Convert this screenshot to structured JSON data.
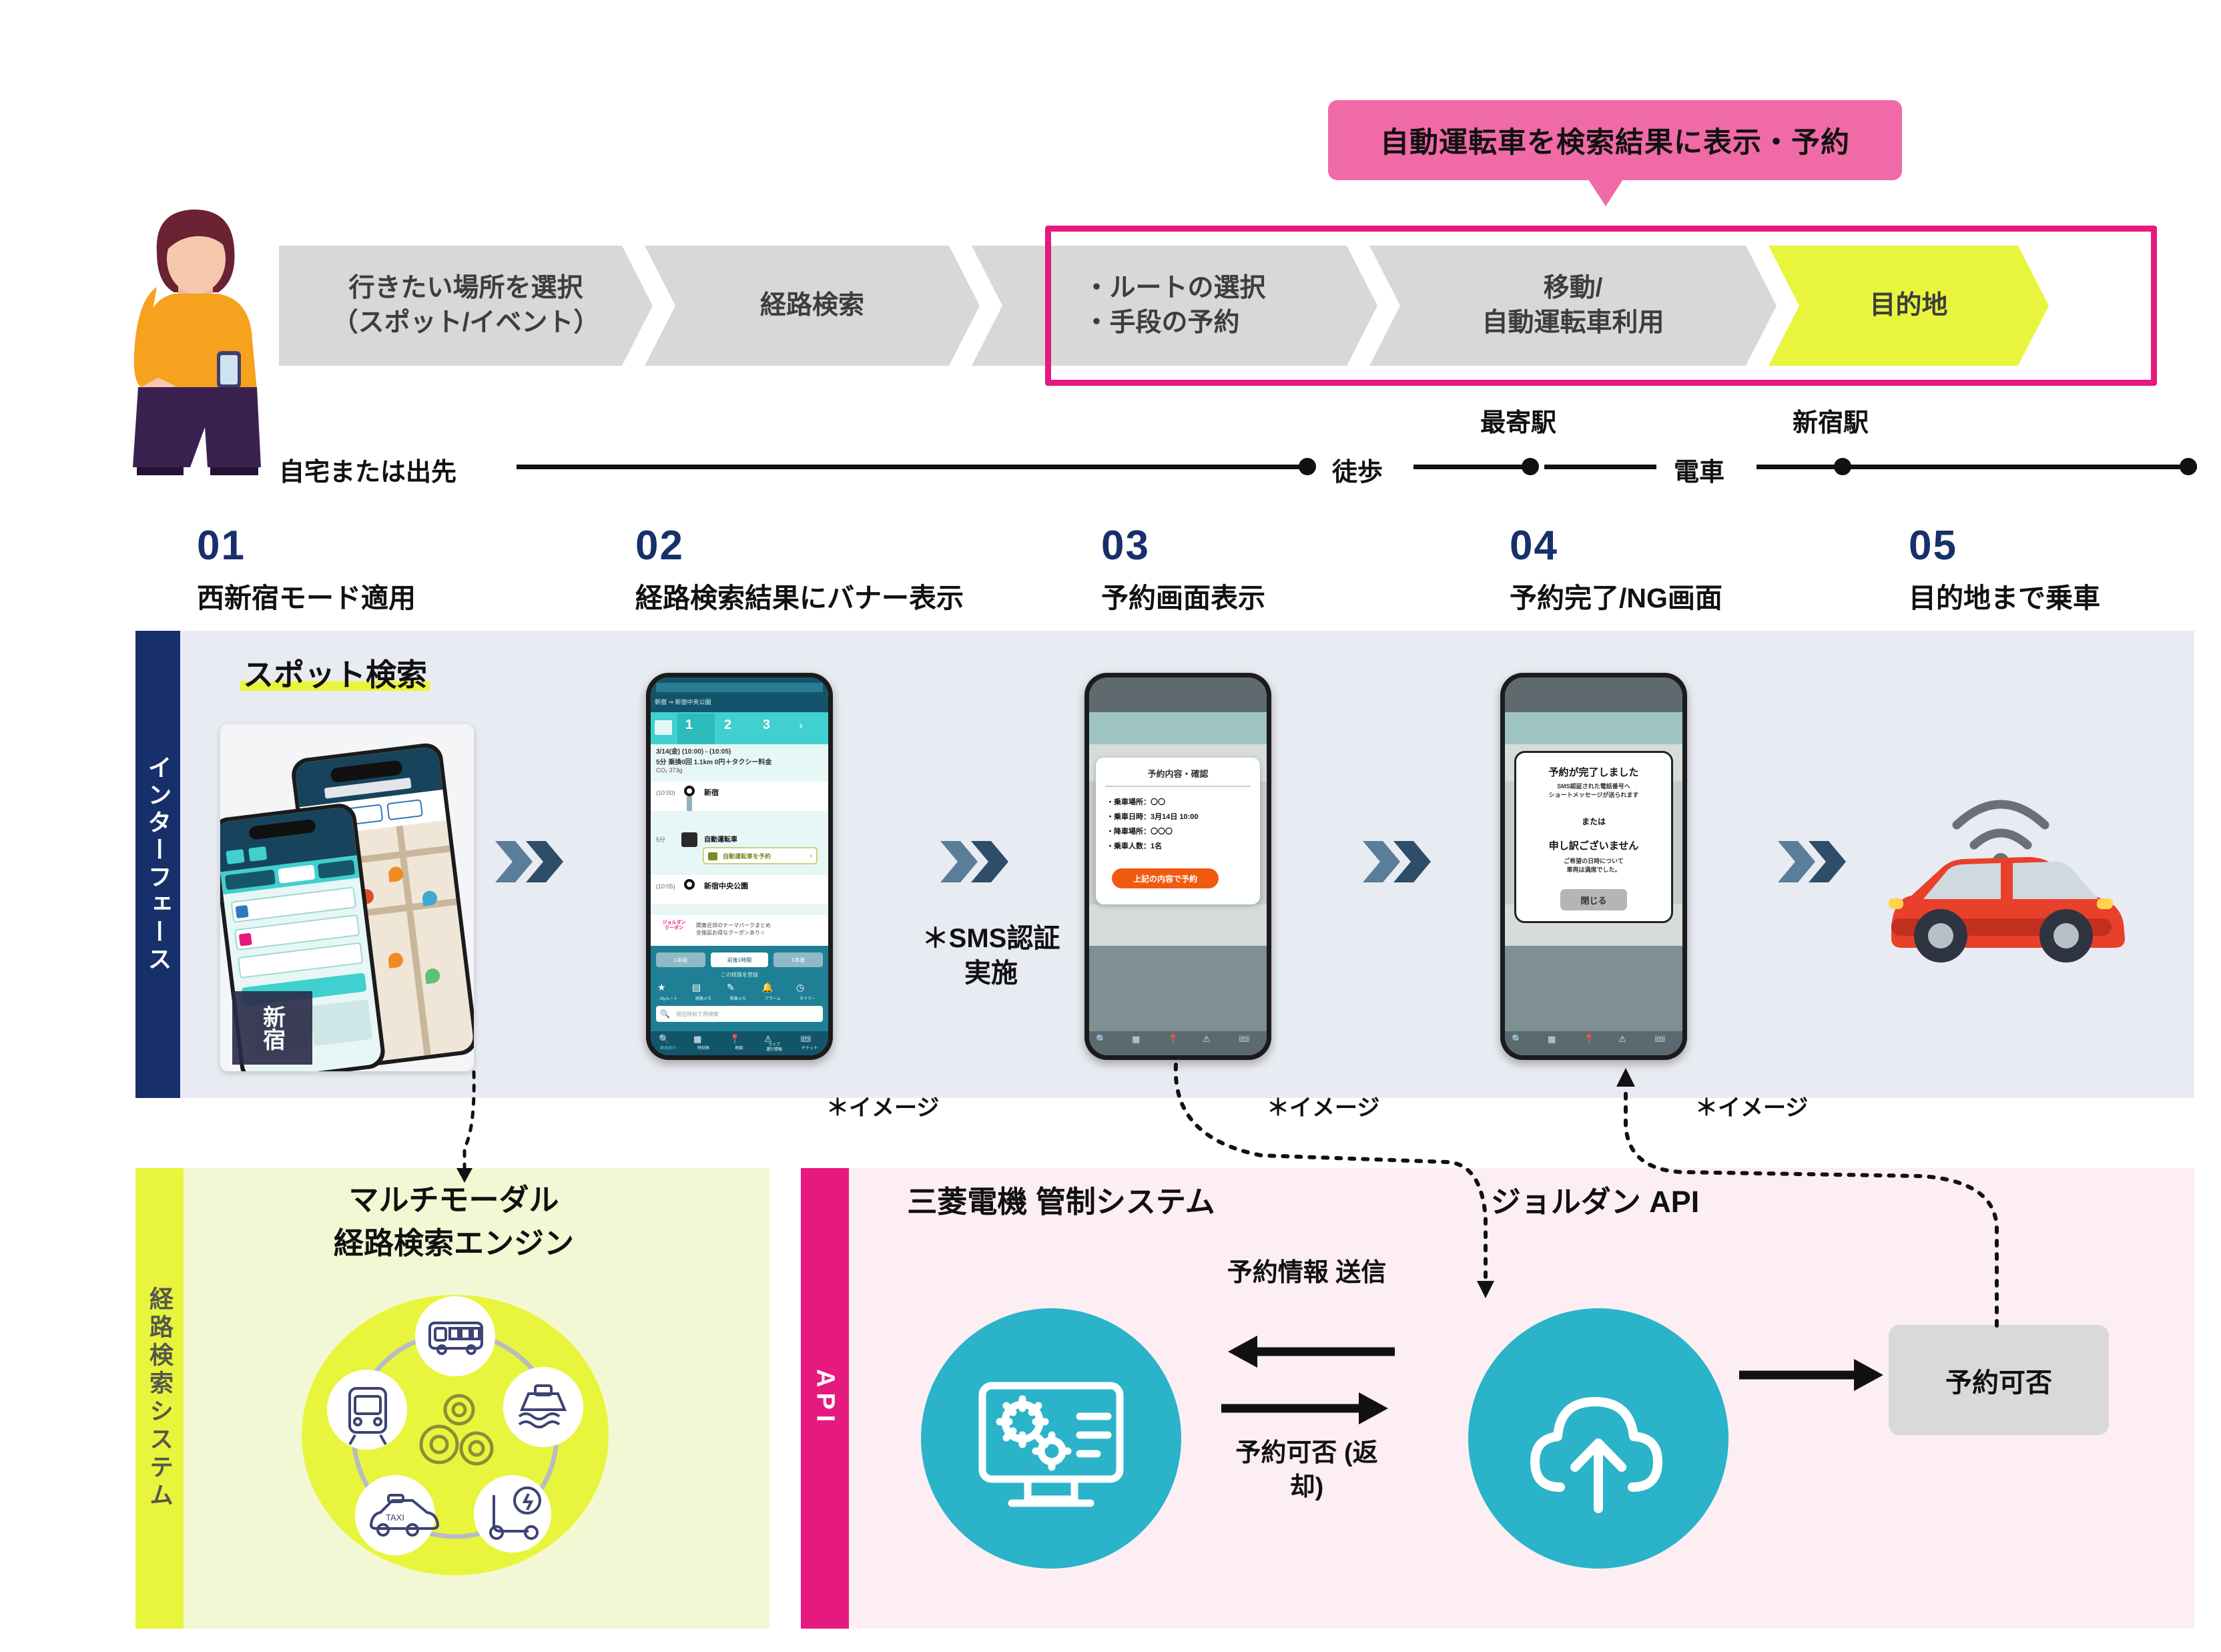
{
  "callout": {
    "text": "自動運転車を検索結果に表示・予約"
  },
  "flow": {
    "steps": [
      {
        "label": "行きたい場所を選択\n（スポット/イベント）",
        "highlight": false
      },
      {
        "label": "経路検索",
        "highlight": false
      },
      {
        "label": "・ルートの選択\n・手段の予約",
        "highlight": false
      },
      {
        "label": "移動/\n自動運転車利用",
        "highlight": false
      },
      {
        "label": "目的地",
        "highlight": true
      }
    ]
  },
  "timeline": {
    "origin": "自宅または出先",
    "segments": [
      {
        "mode": "徒歩",
        "station": "最寄駅"
      },
      {
        "mode": "電車",
        "station": "新宿駅"
      }
    ]
  },
  "steps": [
    {
      "num": "01",
      "title": "西新宿モード適用"
    },
    {
      "num": "02",
      "title": "経路検索結果にバナー表示"
    },
    {
      "num": "03",
      "title": "予約画面表示"
    },
    {
      "num": "04",
      "title": "予約完了/NG画面"
    },
    {
      "num": "05",
      "title": "目的地まで乗車"
    }
  ],
  "interface": {
    "tab_label": "インターフェース",
    "spot_search_label": "スポット検索",
    "sms_note": "＊SMS認証\n実施",
    "image_note": "＊イメージ"
  },
  "phone02": {
    "header_route": "新宿 ⇒ 新宿中央公園",
    "tabs": [
      "1",
      "2",
      "3"
    ],
    "summary_date": "3/14(金) (10:00) - (10:05)",
    "summary_detail": "5分 乗換0回 1.1km 0円＋タクシー料金",
    "summary_co2": "CO₂ 373g",
    "stop_from_time": "(10:00)",
    "stop_from": "新宿",
    "leg_time": "5分",
    "leg_mode": "自動運転車",
    "banner": "自動運転車を予約",
    "stop_to_time": "(10:05)",
    "stop_to": "新宿中央公園",
    "ad_text": "関東近郊のテーマパークまとめ\n全施設お得なクーポンあり☆",
    "ad_brand": "ジョルダン\nクーポン",
    "nav_prev": "1本前",
    "nav_now": "前後1時間",
    "nav_next": "1本後",
    "register_label": "この経路を登録",
    "tools": [
      "Myルート",
      "経路メモ",
      "駅東メモ",
      "アラーム",
      "タイマー"
    ],
    "search_placeholder": "現在時刻で再検索",
    "bottom_nav": [
      "乗換案内",
      "時刻表",
      "地図",
      "ライブ\n運行情報",
      "チケット"
    ]
  },
  "phone03": {
    "dialog_title": "予約内容・確認",
    "items": [
      "・乗車場所：〇〇",
      "・乗車日時：3月14日 10:00",
      "・降車場所：〇〇〇",
      "・乗車人数：1名"
    ],
    "confirm_button": "上記の内容で予約"
  },
  "phone04": {
    "success_title": "予約が完了しました",
    "success_sub": "SMS認証された電話番号へ\nショートメッセージが送られます",
    "or": "または",
    "fail_title": "申し訳ございません",
    "fail_sub": "ご希望の日時について\n車両は満席でした。",
    "close_button": "閉じる"
  },
  "route_system": {
    "tab_label": "経路検索システム",
    "title": "マルチモーダル\n経路検索エンジン",
    "modes": [
      "bus-icon",
      "ship-icon",
      "scooter-icon",
      "taxi-icon",
      "train-icon",
      "gears-icon"
    ]
  },
  "api": {
    "tab_label": "API",
    "mitsubishi_title": "三菱電機\n管制システム",
    "jorudan_title": "ジョルダン\nAPI",
    "arrow_up_label": "予約情報\n送信",
    "arrow_down_label": "予約可否\n(返却)",
    "result_chip": "予約可否"
  }
}
